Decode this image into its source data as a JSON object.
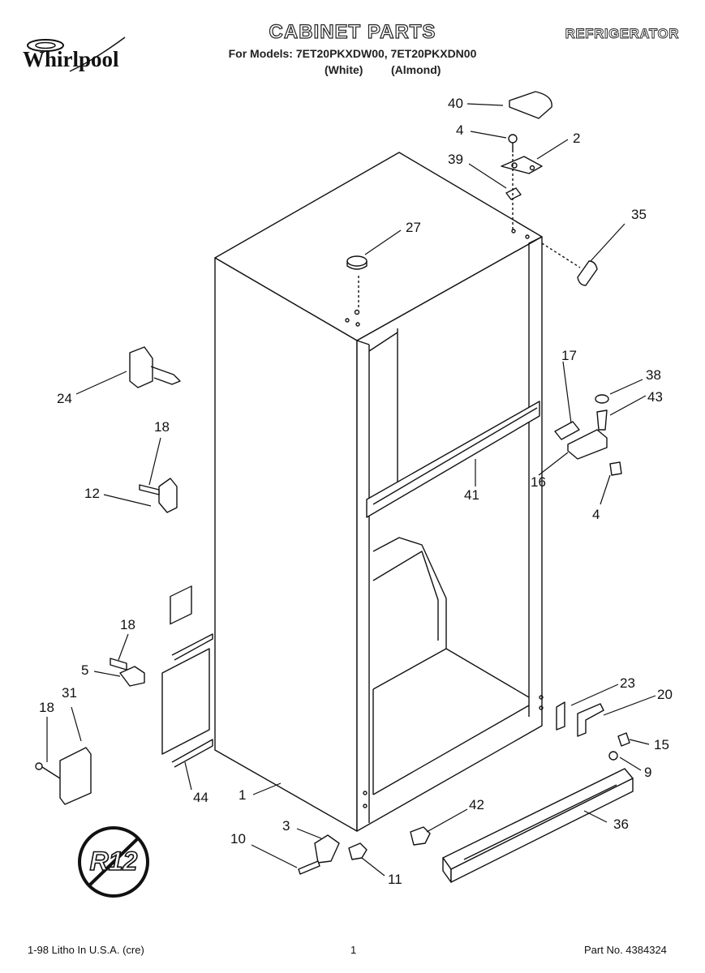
{
  "header": {
    "brand": "Whirlpool",
    "title": "CABINET PARTS",
    "appliance": "REFRIGERATOR",
    "models_line": "For Models: 7ET20PKXDW00, 7ET20PKXDN00",
    "variant_white": "(White)",
    "variant_almond": "(Almond)"
  },
  "callouts": {
    "c1": "1",
    "c2": "2",
    "c3": "3",
    "c4a": "4",
    "c4b": "4",
    "c5": "5",
    "c9": "9",
    "c10": "10",
    "c11": "11",
    "c12": "12",
    "c15": "15",
    "c16": "16",
    "c17": "17",
    "c18a": "18",
    "c18b": "18",
    "c18c": "18",
    "c20": "20",
    "c23": "23",
    "c24": "24",
    "c27": "27",
    "c31": "31",
    "c35": "35",
    "c36": "36",
    "c38": "38",
    "c39": "39",
    "c40": "40",
    "c41": "41",
    "c42": "42",
    "c43": "43",
    "c44": "44"
  },
  "badge": {
    "text": "R12"
  },
  "footer": {
    "litho": "1-98 Litho In U.S.A. (cre)",
    "page": "1",
    "part_no": "Part No. 4384324"
  }
}
